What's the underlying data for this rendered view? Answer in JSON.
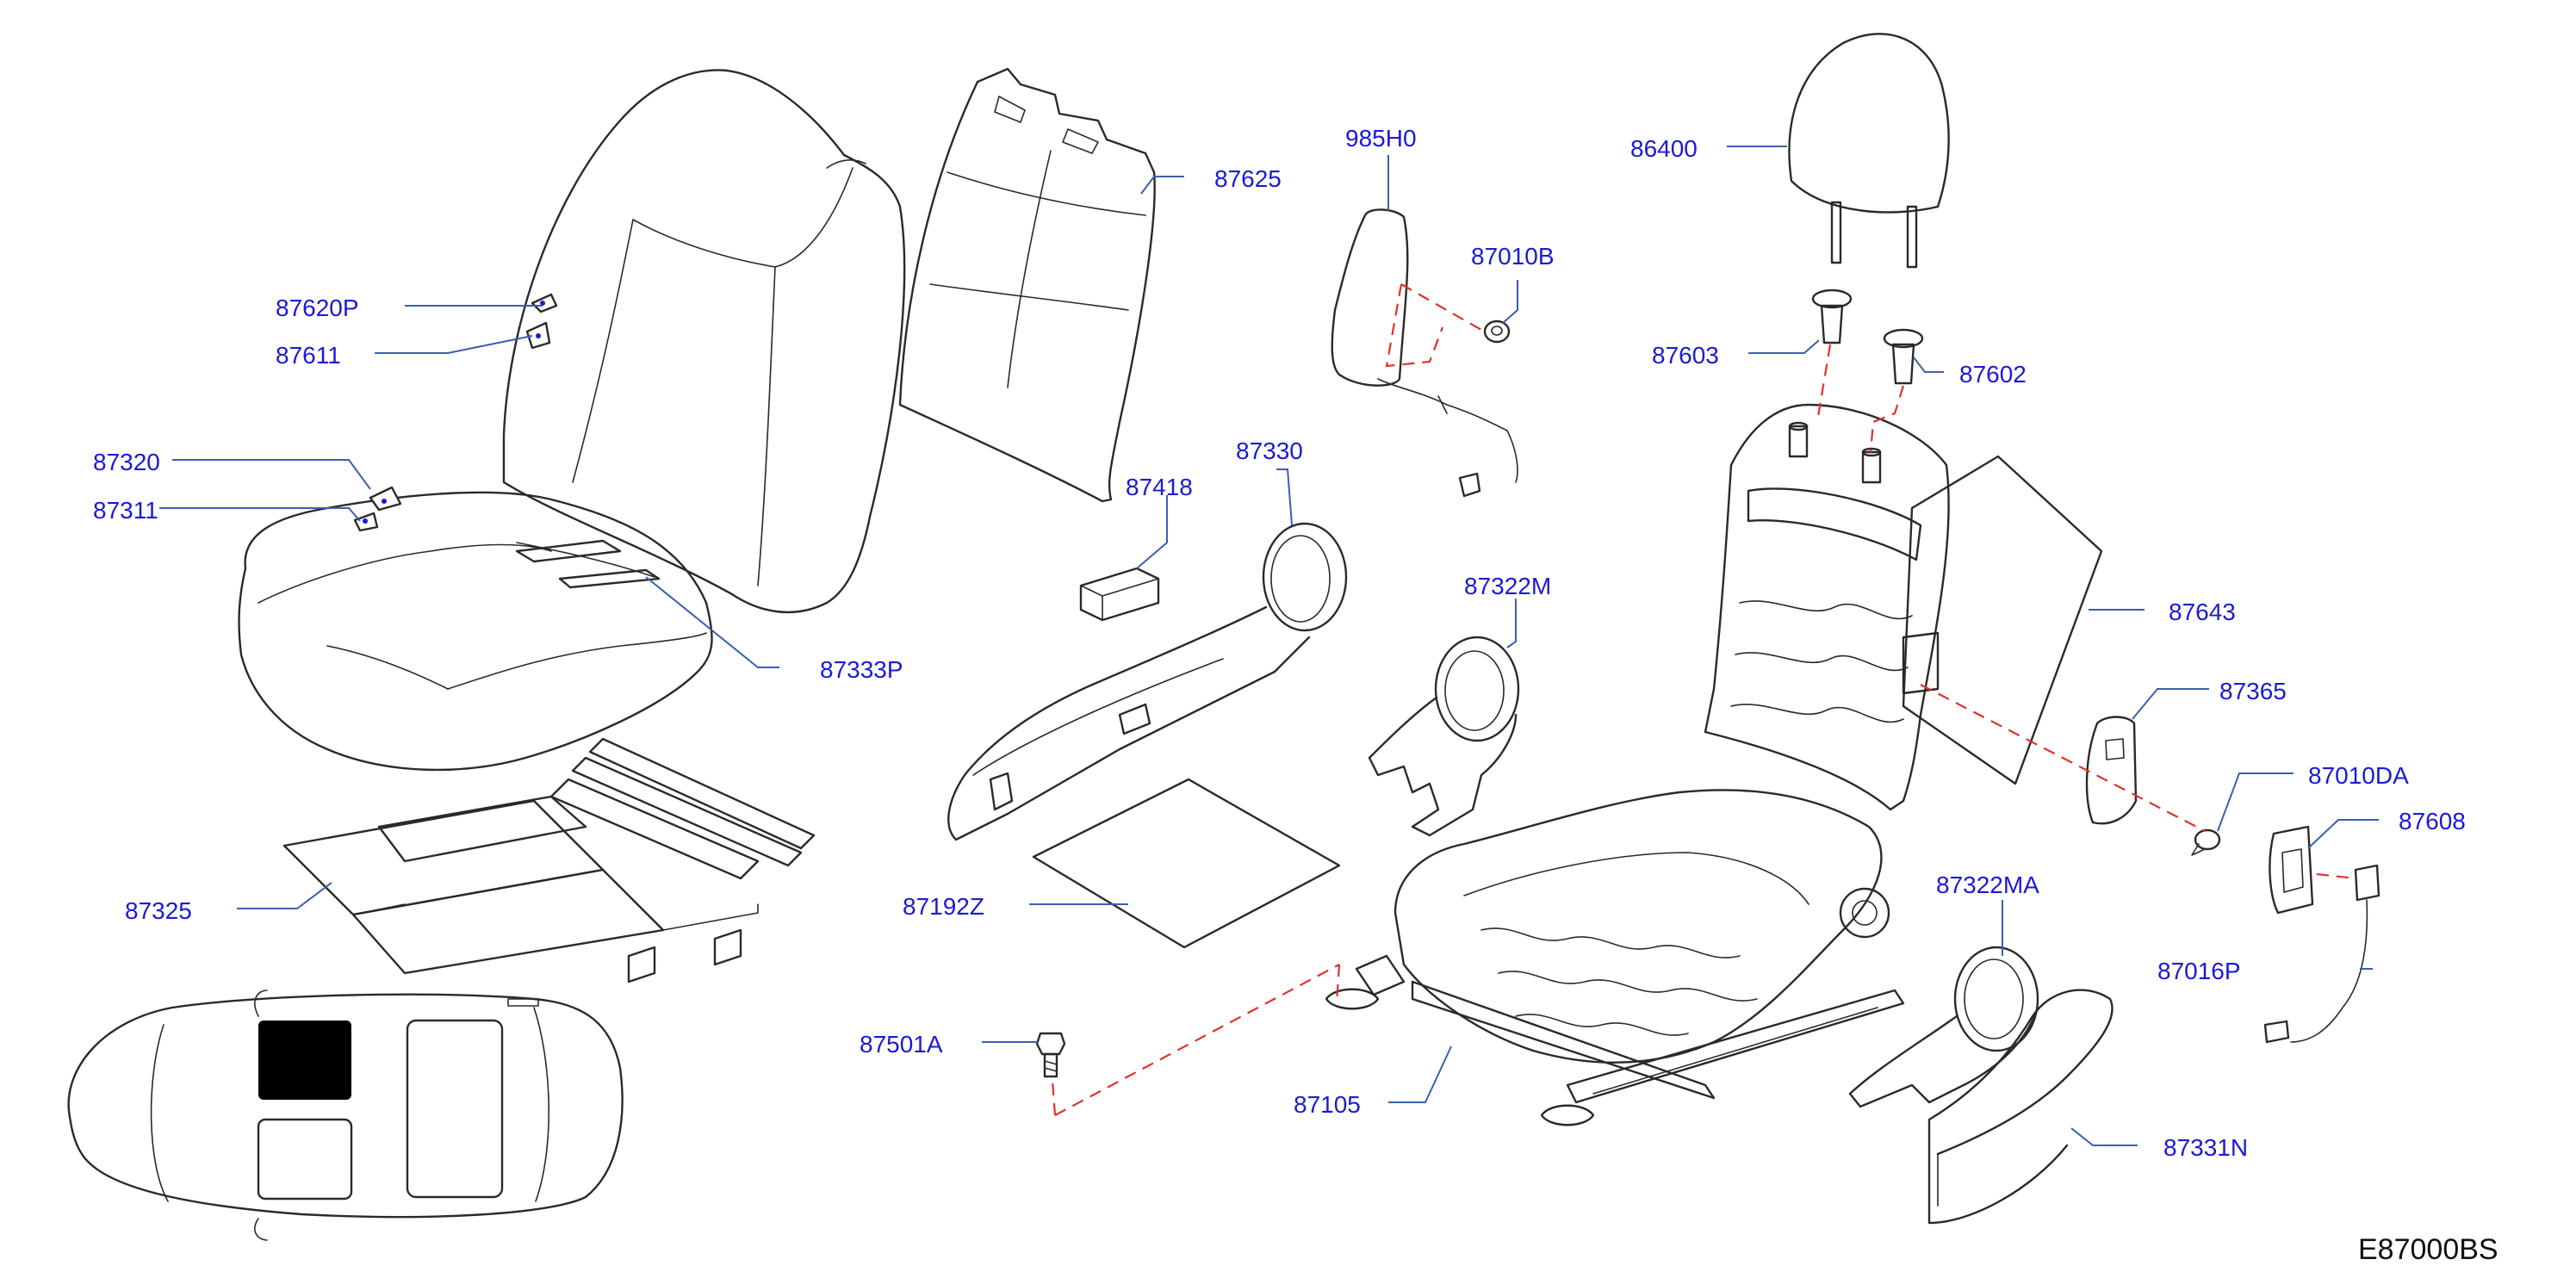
{
  "diagram": {
    "figure_code": "E87000BS",
    "colors": {
      "label_text": "#1a1ad6",
      "leader_line": "#3b5fb0",
      "dashed_line": "#e0312b",
      "outline": "#2a2a2a",
      "seat_location_marker": "#000000"
    },
    "labels": {
      "p87620P": "87620P",
      "p87611": "87611",
      "p87320": "87320",
      "p87311": "87311",
      "p87333P": "87333P",
      "p87325": "87325",
      "p87625": "87625",
      "p87418": "87418",
      "p87330": "87330",
      "p87192Z": "87192Z",
      "p87501A": "87501A",
      "p985H0": "985H0",
      "p87010B": "87010B",
      "p87322M": "87322M",
      "p87105": "87105",
      "p86400": "86400",
      "p87603": "87603",
      "p87602": "87602",
      "p87643": "87643",
      "p87365": "87365",
      "p87010DA": "87010DA",
      "p87608": "87608",
      "p87016P": "87016P",
      "p87322MA": "87322MA",
      "p87331N": "87331N"
    },
    "components": [
      "seat-back-trim-cover",
      "seat-cushion-pad",
      "seat-cushion-trim-sheet",
      "seat-back-pad",
      "side-airbag-module",
      "headrest",
      "headrest-holders",
      "seat-frame-assembly",
      "seat-back-board",
      "recliner-finishers",
      "seat-cushion-finishers",
      "bolt",
      "harness-connector",
      "vehicle-locator"
    ]
  }
}
